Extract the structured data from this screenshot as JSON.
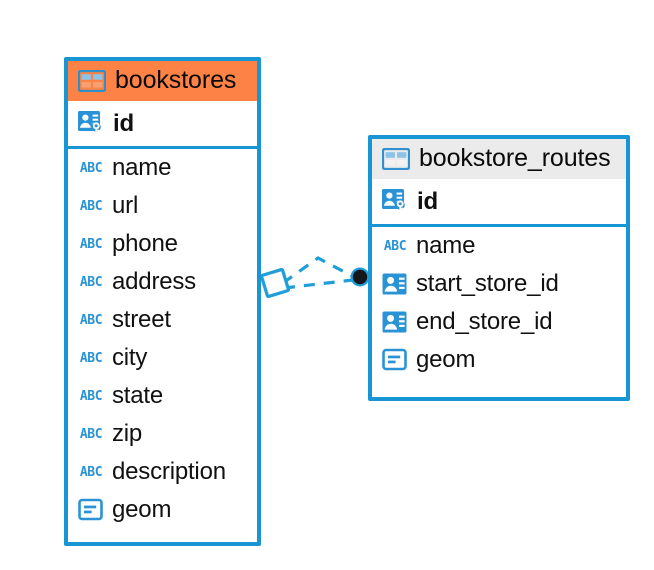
{
  "diagram": {
    "type": "entity-relationship-diagram",
    "background": "#ffffff",
    "colors": {
      "border_blue": "#1896d3",
      "selected_header_orange": "#fd8245",
      "header_gray": "#ebebeb",
      "icon_blue": "#2a93d5",
      "connector_blue": "#1f9ed8",
      "connector_endpoint_dark": "#16171d",
      "text": "#111111"
    },
    "entities": [
      {
        "id": "bookstores",
        "name": "bookstores",
        "selected": true,
        "header_icon": "table-icon",
        "primary_key": {
          "name": "id",
          "icon": "primary-key-icon"
        },
        "fields": [
          {
            "name": "name",
            "icon": "abc-text-icon",
            "type_glyph": "ABC"
          },
          {
            "name": "url",
            "icon": "abc-text-icon",
            "type_glyph": "ABC"
          },
          {
            "name": "phone",
            "icon": "abc-text-icon",
            "type_glyph": "ABC"
          },
          {
            "name": "address",
            "icon": "abc-text-icon",
            "type_glyph": "ABC"
          },
          {
            "name": "street",
            "icon": "abc-text-icon",
            "type_glyph": "ABC"
          },
          {
            "name": "city",
            "icon": "abc-text-icon",
            "type_glyph": "ABC"
          },
          {
            "name": "state",
            "icon": "abc-text-icon",
            "type_glyph": "ABC"
          },
          {
            "name": "zip",
            "icon": "abc-text-icon",
            "type_glyph": "ABC"
          },
          {
            "name": "description",
            "icon": "abc-text-icon",
            "type_glyph": "ABC"
          },
          {
            "name": "geom",
            "icon": "geometry-icon",
            "type_glyph": ""
          }
        ]
      },
      {
        "id": "bookstore_routes",
        "name": "bookstore_routes",
        "selected": false,
        "header_icon": "table-icon",
        "primary_key": {
          "name": "id",
          "icon": "primary-key-icon"
        },
        "fields": [
          {
            "name": "name",
            "icon": "abc-text-icon",
            "type_glyph": "ABC"
          },
          {
            "name": "start_store_id",
            "icon": "foreign-key-icon",
            "type_glyph": ""
          },
          {
            "name": "end_store_id",
            "icon": "foreign-key-icon",
            "type_glyph": ""
          },
          {
            "name": "geom",
            "icon": "geometry-icon",
            "type_glyph": ""
          }
        ]
      }
    ],
    "relationships": [
      {
        "from": "bookstores",
        "to": "bookstore_routes",
        "style": "dashed",
        "from_endpoint": "diamond",
        "to_endpoint": "filled-circle"
      },
      {
        "from": "bookstores",
        "to": "bookstore_routes",
        "style": "dashed",
        "from_endpoint": "diamond",
        "to_endpoint": "filled-circle"
      }
    ]
  }
}
